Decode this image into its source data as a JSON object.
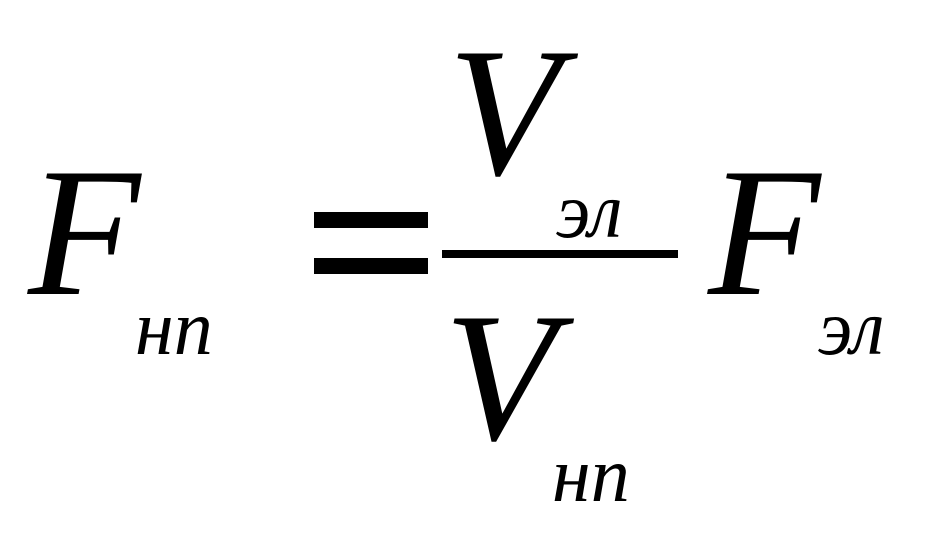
{
  "formula": {
    "lhs": {
      "symbol": "F",
      "subscript": "нп"
    },
    "numerator": {
      "symbol": "V",
      "subscript": "эл"
    },
    "denominator": {
      "symbol": "V",
      "subscript": "нп"
    },
    "rhs": {
      "symbol": "F",
      "subscript": "эл"
    }
  }
}
